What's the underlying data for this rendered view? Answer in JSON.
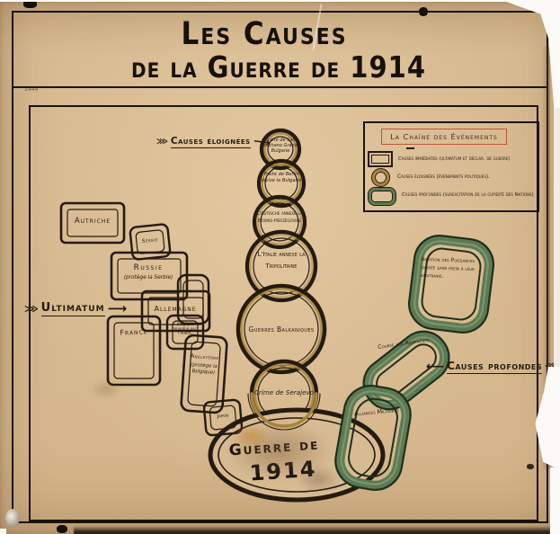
{
  "meta": {
    "archive_mark": "1444"
  },
  "title": {
    "line1": "Les Causes",
    "line2": "de la Guerre de 1914"
  },
  "legend": {
    "title": "La Chaîne des Événements",
    "items": [
      {
        "icon": "black-rectangle-icon",
        "label": "Causes immédiates (ultimatum et déclar. de guerre)"
      },
      {
        "icon": "gold-ring-icon",
        "label": "Causes éloignées (événements politiques)."
      },
      {
        "icon": "green-link-icon",
        "label": "Causes profondes (surexcitation de la cupidité des Nations)"
      }
    ]
  },
  "annotations": {
    "ultimatum": "Ultimatum",
    "causes_eloignees": "Causes éloignées",
    "causes_profondes": "Causes profondes"
  },
  "immediate_chain": {
    "autriche": "Autriche",
    "serbie": "Serbie",
    "russie": "Russie",
    "russie_note": "(protège la Serbie)",
    "allemagne": "Allemagne",
    "france": "France",
    "belgique": "Belgique envahie par l'Allem.",
    "angleterre": "Angleterre",
    "angleterre_note": "(protège la Belgique)",
    "japon": "Japon"
  },
  "distant_chain": [
    "Traité de San Stéphano Grande Bulgarie",
    "Traité de Berlin divise la Bulgarie",
    "L'Autriche annexe la Bosnie-Herzégovine",
    "L'Italie annexe la Tripolitaine",
    "Guerres Balkaniques",
    "Crime de Serajevo"
  ],
  "deep_chain": [
    "Ambition des Puissances laissée sans frein à leur arbitraire.",
    "Course aux Armements",
    "Alliances Militaires"
  ],
  "war": {
    "line1": "Guerre de",
    "line2": "1914"
  },
  "colors": {
    "paper": "#d6b88f",
    "ink": "#241b10",
    "gold": "#a8853c",
    "green": "#5d7b53",
    "legend_red": "#c0543c"
  }
}
